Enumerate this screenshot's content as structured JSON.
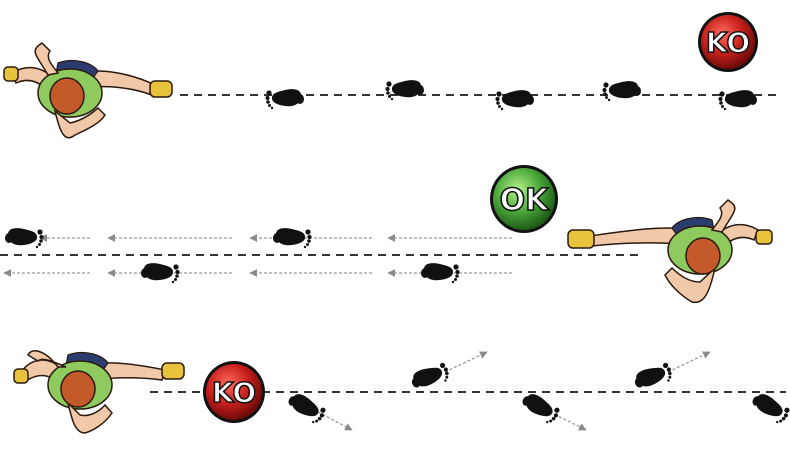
{
  "colors": {
    "skin": "#f2c9a8",
    "skin_line": "#2a1a10",
    "hair": "#c45a2a",
    "shirt": "#8fca5e",
    "shorts": "#2b3d6e",
    "shoe": "#e8c23a",
    "line": "#333333",
    "arrow": "#9a9a9a",
    "foot": "#111111",
    "ko_red": "#c8201c",
    "ok_green": "#4aa83a"
  },
  "badges": {
    "ko_top": "KO",
    "ok_middle": "OK",
    "ko_bottom": "KO"
  },
  "icons": [
    "runner",
    "footprint",
    "arrow",
    "ko-badge",
    "ok-badge"
  ]
}
